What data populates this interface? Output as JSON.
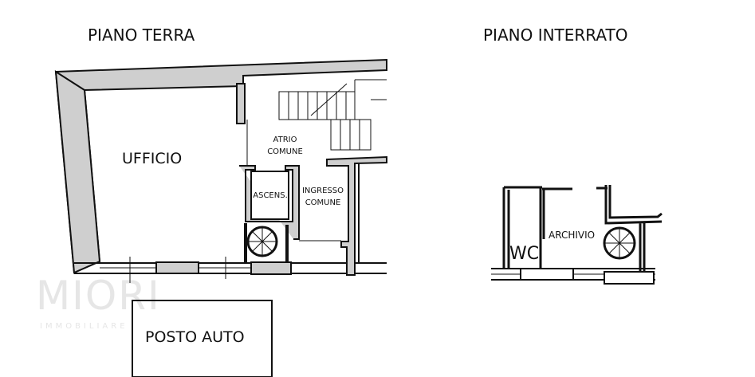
{
  "ground_floor": {
    "title": "PIANO TERRA",
    "rooms": {
      "office": "UFFICIO",
      "lobby_line1": "ATRIO",
      "lobby_line2": "COMUNE",
      "elevator": "ASCENS.",
      "entrance_line1": "INGRESSO",
      "entrance_line2": "COMUNE",
      "parking": "POSTO AUTO"
    }
  },
  "basement": {
    "title": "PIANO INTERRATO",
    "rooms": {
      "wc": "WC",
      "archive": "ARCHIVIO"
    }
  },
  "watermark": {
    "brand": "MIORI",
    "subtitle": "IMMOBILIARE"
  },
  "colors": {
    "wall_fill": "#cfcfcf",
    "line": "#111111"
  }
}
